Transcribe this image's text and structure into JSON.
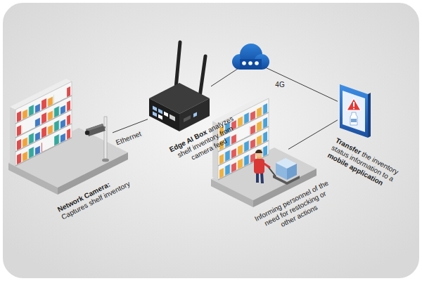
{
  "diagram": {
    "nodes": [
      {
        "text": [
          "Network Camera:",
          "Captures shelf inventory"
        ]
      },
      {
        "text": [
          "Edge AI Box",
          "analyzes shelf inventory from camera feed"
        ]
      },
      {
        "text": [
          "Transfer",
          "the inventory status information to a",
          "mobile application"
        ]
      },
      {
        "text": [
          "Informing personnel of the need for restocking or other actions"
        ]
      }
    ],
    "edges": [
      {
        "from": 0,
        "to": 1,
        "label": "Ethernet",
        "arrow": "none"
      },
      {
        "from": 1,
        "to": 2,
        "label": "4G",
        "arrow": "none"
      },
      {
        "from": 2,
        "to": 3,
        "arrow": "none"
      }
    ]
  }
}
